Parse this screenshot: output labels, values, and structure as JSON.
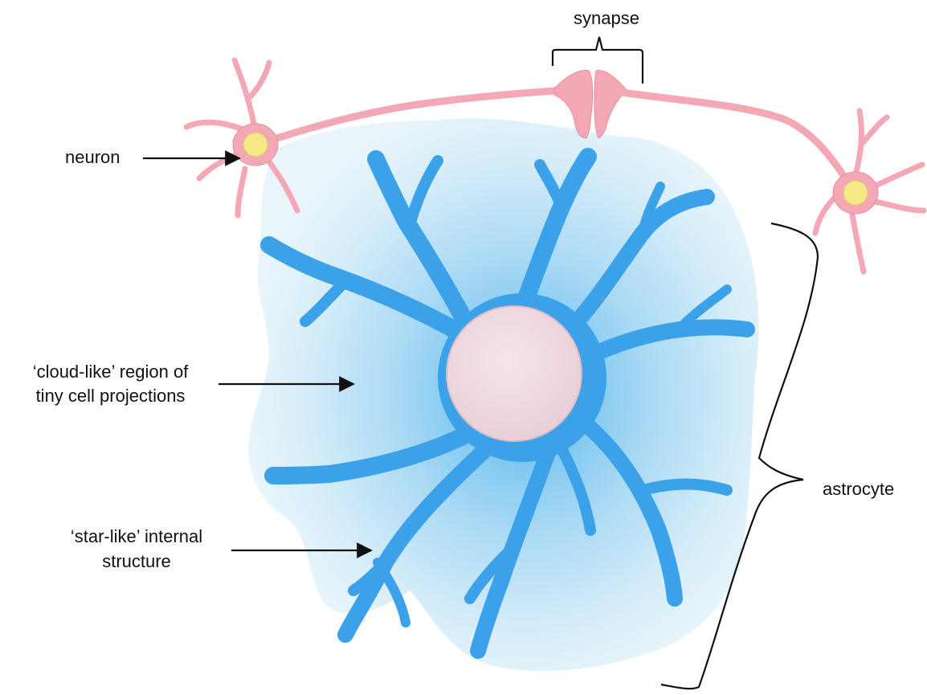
{
  "labels": {
    "synapse": "synapse",
    "neuron": "neuron",
    "cloud_line1": "‘cloud-like’ region of",
    "cloud_line2": "tiny cell projections",
    "star_line1": "‘star-like’ internal",
    "star_line2": "structure",
    "astrocyte": "astrocyte"
  },
  "colors": {
    "neuron": "#f4a7b5",
    "neuron_nucleus": "#f3e987",
    "astrocyte_star": "#3ba2ea",
    "astrocyte_cloud": "#cfe9f7",
    "astrocyte_nucleus": "#f2dbe2",
    "annotation": "#111111"
  }
}
